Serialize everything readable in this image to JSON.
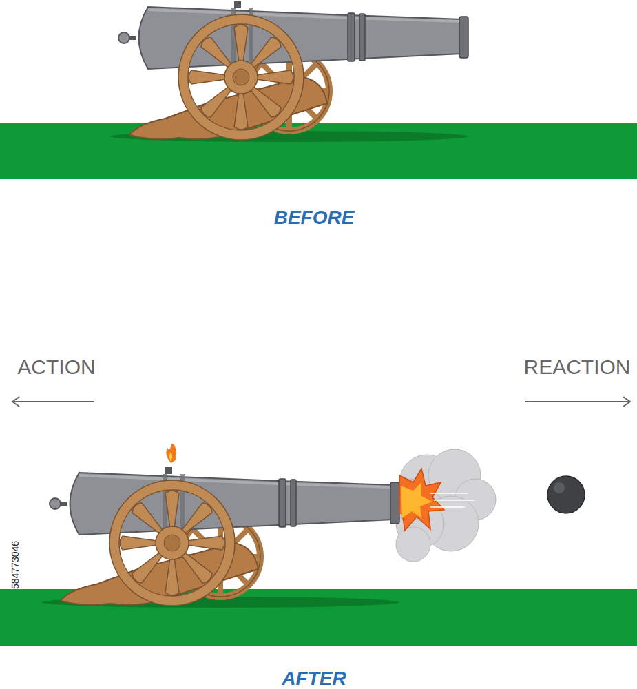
{
  "diagram": {
    "labels": [
      "BEFORE",
      "ACTION",
      "REACTION",
      "AFTER",
      "584773046"
    ]
  }
}
